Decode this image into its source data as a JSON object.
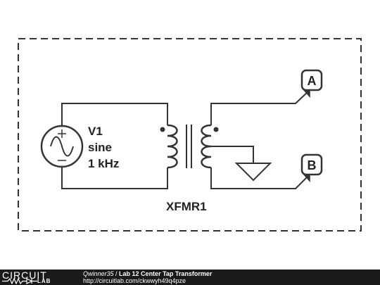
{
  "diagram": {
    "source": {
      "name": "V1",
      "waveform": "sine",
      "frequency": "1 kHz"
    },
    "transformer": {
      "name": "XFMR1"
    },
    "ports": [
      {
        "label": "A"
      },
      {
        "label": "B"
      }
    ]
  },
  "footer": {
    "brand_top": "CIRCUIT",
    "brand_bottom": "LAB",
    "author": "Qwinner35",
    "separator": " / ",
    "title": "Lab 12 Center Tap Transformer",
    "url": "http://circuitlab.com/ckwwyh49q4pze"
  }
}
